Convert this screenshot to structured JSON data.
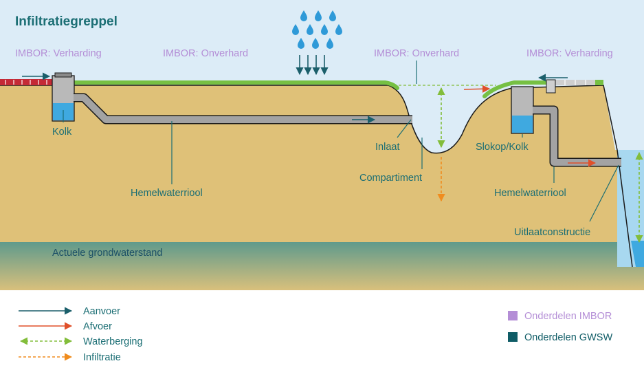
{
  "title": "Infiltratiegreppel",
  "zones": {
    "left": "IMBOR: Verharding",
    "center": "IMBOR: Onverhard",
    "swale": "IMBOR: Onverhard",
    "right": "IMBOR: Verharding"
  },
  "labels": {
    "kolk": "Kolk",
    "inlaat": "Inlaat",
    "slokop_kolk": "Slokop/Kolk",
    "compartiment": "Compartiment",
    "hemelwaterriool_left": "Hemelwaterriool",
    "hemelwaterriool_right": "Hemelwaterriool",
    "uitlaatconstructie": "Uitlaatconstructie",
    "grondwaterstand": "Actuele grondwaterstand"
  },
  "legend": {
    "flows": [
      {
        "label": "Aanvoer",
        "style": "arrow",
        "color": "#1b5f6b"
      },
      {
        "label": "Afvoer",
        "style": "arrow",
        "color": "#e0502a"
      },
      {
        "label": "Waterberging",
        "style": "double-dashed",
        "color": "#82bd3a"
      },
      {
        "label": "Infiltratie",
        "style": "dashed",
        "color": "#f08c1e"
      }
    ],
    "categories": [
      {
        "label": "Onderdelen IMBOR",
        "color": "#b48ed6"
      },
      {
        "label": "Onderdelen GWSW",
        "color": "#0f5c66"
      }
    ]
  },
  "colors": {
    "sky": "#dcecf7",
    "soil": "#dfc178",
    "grass": "#76c043",
    "groundwater": "#5f9a8c",
    "water": "#3fa9e0",
    "pipe": "#a3a3a3",
    "teal_text": "#1b6e74",
    "imbor_text": "#b48ed6",
    "rain": "#2f9ad8"
  }
}
